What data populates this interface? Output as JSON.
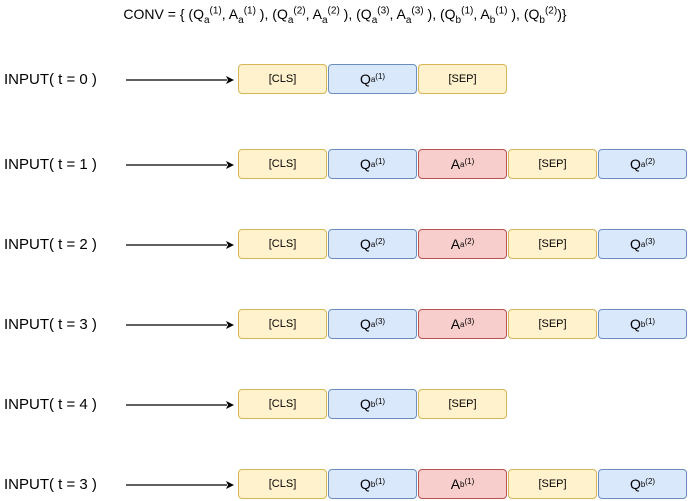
{
  "title": {
    "prefix": "CONV = ",
    "open": "{ ",
    "pairs": [
      {
        "q_base": "Q",
        "q_sub": "a",
        "q_sup": "(1)",
        "a_base": "A",
        "a_sub": "a",
        "a_sup": "(1)"
      },
      {
        "q_base": "Q",
        "q_sub": "a",
        "q_sup": "(2)",
        "a_base": "A",
        "a_sub": "a",
        "a_sup": "(2)"
      },
      {
        "q_base": "Q",
        "q_sub": "a",
        "q_sup": "(3)",
        "a_base": "A",
        "a_sub": "a",
        "a_sup": "(3)"
      },
      {
        "q_base": "Q",
        "q_sub": "b",
        "q_sup": "(1)",
        "a_base": "A",
        "a_sub": "b",
        "a_sup": "(1)"
      }
    ],
    "last": {
      "q_base": "Q",
      "q_sub": "b",
      "q_sup": "(2)"
    },
    "close": "}"
  },
  "colors": {
    "special_fill": "#fff2cc",
    "special_border": "#d6b656",
    "question_fill": "#dae8fc",
    "question_border": "#6c8ebf",
    "answer_fill": "#f8cecc",
    "answer_border": "#b85450"
  },
  "rows": [
    {
      "label": "INPUT( t = 0 )",
      "tokens": [
        {
          "kind": "special",
          "text": "[CLS]"
        },
        {
          "kind": "question",
          "base": "Q",
          "sub": "a",
          "sup": "(1)"
        },
        {
          "kind": "special",
          "text": "[SEP]"
        }
      ]
    },
    {
      "label": "INPUT( t = 1 )",
      "tokens": [
        {
          "kind": "special",
          "text": "[CLS]"
        },
        {
          "kind": "question",
          "base": "Q",
          "sub": "a",
          "sup": "(1)"
        },
        {
          "kind": "answer",
          "base": "A",
          "sub": "a",
          "sup": "(1)"
        },
        {
          "kind": "special",
          "text": "[SEP]"
        },
        {
          "kind": "question",
          "base": "Q",
          "sub": "a",
          "sup": "(2)"
        }
      ]
    },
    {
      "label": "INPUT( t = 2 )",
      "tokens": [
        {
          "kind": "special",
          "text": "[CLS]"
        },
        {
          "kind": "question",
          "base": "Q",
          "sub": "a",
          "sup": "(2)"
        },
        {
          "kind": "answer",
          "base": "A",
          "sub": "a",
          "sup": "(2)"
        },
        {
          "kind": "special",
          "text": "[SEP]"
        },
        {
          "kind": "question",
          "base": "Q",
          "sub": "a",
          "sup": "(3)"
        }
      ]
    },
    {
      "label": "INPUT( t = 3 )",
      "tokens": [
        {
          "kind": "special",
          "text": "[CLS]"
        },
        {
          "kind": "question",
          "base": "Q",
          "sub": "a",
          "sup": "(3)"
        },
        {
          "kind": "answer",
          "base": "A",
          "sub": "a",
          "sup": "(3)"
        },
        {
          "kind": "special",
          "text": "[SEP]"
        },
        {
          "kind": "question",
          "base": "Q",
          "sub": "b",
          "sup": "(1)"
        }
      ]
    },
    {
      "label": "INPUT( t = 4 )",
      "tokens": [
        {
          "kind": "special",
          "text": "[CLS]"
        },
        {
          "kind": "question",
          "base": "Q",
          "sub": "b",
          "sup": "(1)"
        },
        {
          "kind": "special",
          "text": "[SEP]"
        }
      ]
    },
    {
      "label": "INPUT( t = 3 )",
      "tokens": [
        {
          "kind": "special",
          "text": "[CLS]"
        },
        {
          "kind": "question",
          "base": "Q",
          "sub": "b",
          "sup": "(1)"
        },
        {
          "kind": "answer",
          "base": "A",
          "sub": "b",
          "sup": "(1)"
        },
        {
          "kind": "special",
          "text": "[SEP]"
        },
        {
          "kind": "question",
          "base": "Q",
          "sub": "b",
          "sup": "(2)"
        }
      ]
    }
  ]
}
